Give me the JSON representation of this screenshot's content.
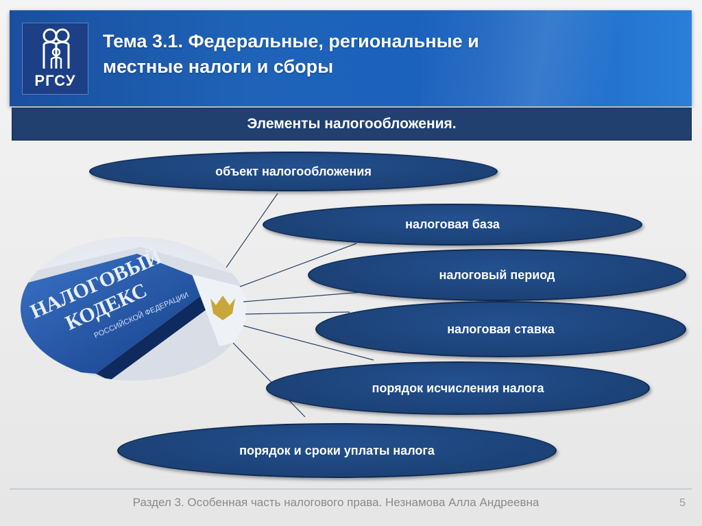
{
  "header": {
    "title_line1": "Тема 3.1. Федеральные, региональные и",
    "title_line2": "местные налоги и сборы",
    "logo_text": "РГСУ"
  },
  "subtitle": "Элементы налогообложения.",
  "elements": [
    "объект налогообложения",
    "налоговая база",
    "налоговый период",
    "налоговая ставка",
    "порядок исчисления налога",
    "порядок и сроки уплаты налога"
  ],
  "book_cover": {
    "title1": "НАЛОГОВЫЙ",
    "title2": "КОДЕКС",
    "subtitle": "РОССИЙСКОЙ ФЕДЕРАЦИИ"
  },
  "footer": {
    "text": "Раздел 3. Особенная часть налогового права. Незнамова Алла Андреевна",
    "page_number": "5"
  },
  "colors": {
    "header_blue": "#1e63b8",
    "subtitle_bar": "#213f6f",
    "oval_fill": "#1c4277"
  }
}
